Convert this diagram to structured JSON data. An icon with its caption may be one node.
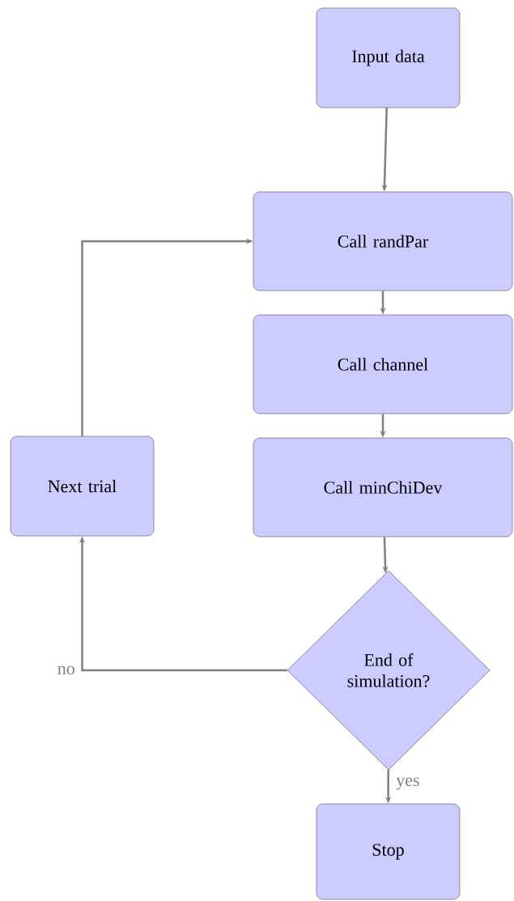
{
  "diagram": {
    "nodes": [
      {
        "text": [
          "Input data"
        ]
      },
      {
        "text": [
          "Call randPar"
        ]
      },
      {
        "text": [
          "Call channel"
        ]
      },
      {
        "text": [
          "Call minChiDev"
        ]
      },
      {
        "text": [
          "Next trial"
        ]
      },
      {
        "text": [
          "End of simulation?"
        ]
      },
      {
        "text": [
          "Stop"
        ]
      }
    ],
    "edges": [
      {
        "from": 0,
        "to": 1,
        "arrow": "to"
      },
      {
        "from": 1,
        "to": 2,
        "arrow": "to"
      },
      {
        "from": 2,
        "to": 3,
        "arrow": "to"
      },
      {
        "from": 3,
        "to": 5,
        "arrow": "to"
      },
      {
        "from": 5,
        "to": 4,
        "arrow": "to",
        "label": "no"
      },
      {
        "from": 4,
        "to": 1,
        "arrow": "to"
      },
      {
        "from": 5,
        "to": 6,
        "arrow": "to",
        "label": "yes"
      }
    ]
  }
}
